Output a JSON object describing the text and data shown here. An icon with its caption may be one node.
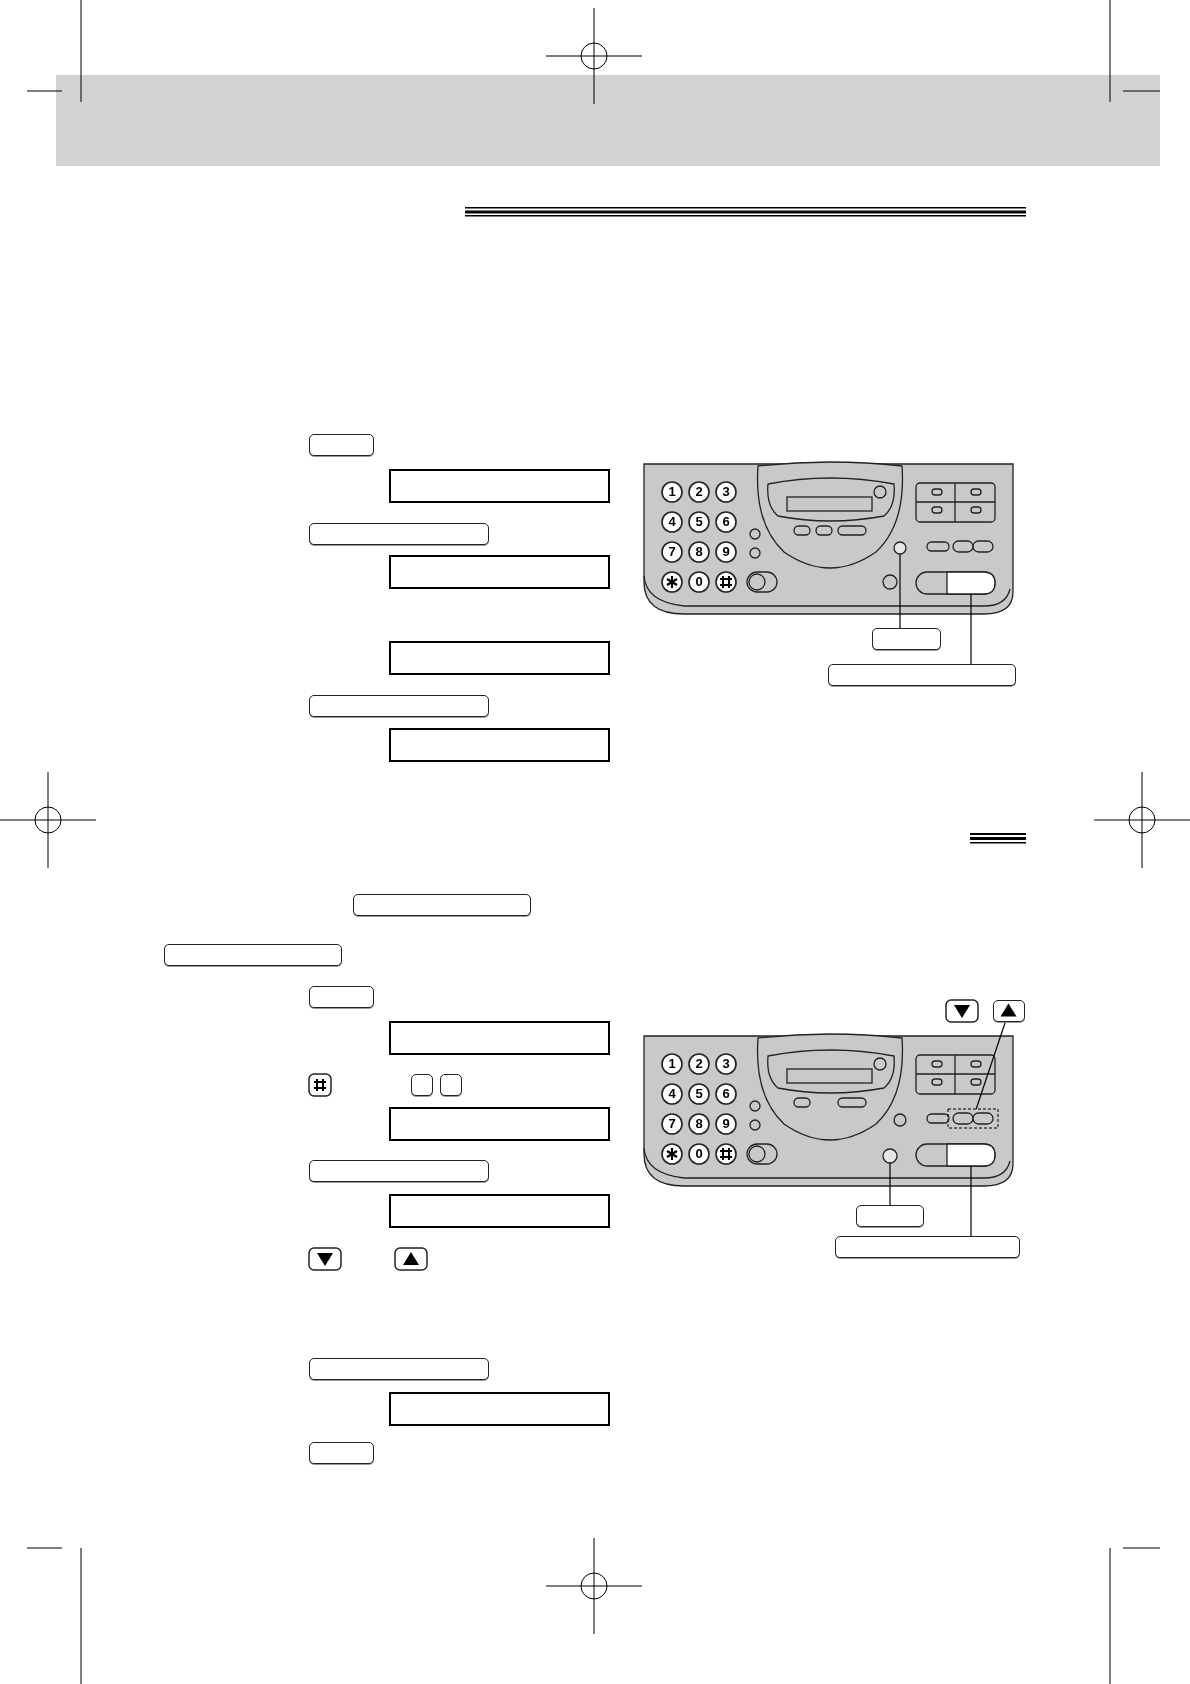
{
  "diagram": {
    "nodes": [
      {
        "text": [],
        "shape": "box"
      },
      {
        "text": [],
        "shape": "box"
      },
      {
        "text": [],
        "shape": "box"
      },
      {
        "text": [],
        "shape": "box"
      },
      {
        "text": [],
        "shape": "box"
      },
      {
        "text": [],
        "shape": "box"
      },
      {
        "text": [],
        "shape": "box"
      },
      {
        "text": [],
        "shape": "box"
      },
      {
        "text": [],
        "shape": "circle"
      },
      {
        "text": [],
        "shape": "box"
      },
      {
        "text": [],
        "shape": "box"
      },
      {
        "text": [],
        "shape": "box"
      },
      {
        "text": [],
        "shape": "box"
      },
      {
        "text": [],
        "shape": "box"
      },
      {
        "text": [],
        "shape": "circle"
      },
      {
        "text": [],
        "shape": "box"
      },
      {
        "text": [],
        "shape": "box"
      },
      {
        "text": [],
        "shape": "box"
      }
    ],
    "edges": [
      {
        "from": 10,
        "to": 8,
        "arrow": "none"
      },
      {
        "from": 11,
        "to": 9,
        "arrow": "none"
      },
      {
        "from": 12,
        "to": 13,
        "arrow": "none"
      },
      {
        "from": 16,
        "to": 14,
        "arrow": "none"
      },
      {
        "from": 17,
        "to": 15,
        "arrow": "none"
      }
    ],
    "labels": [
      "1",
      "2",
      "3",
      "4",
      "5",
      "6",
      "7",
      "8",
      "9",
      "0",
      "1",
      "2",
      "3",
      "4",
      "5",
      "6",
      "7",
      "8",
      "9",
      "0"
    ]
  }
}
